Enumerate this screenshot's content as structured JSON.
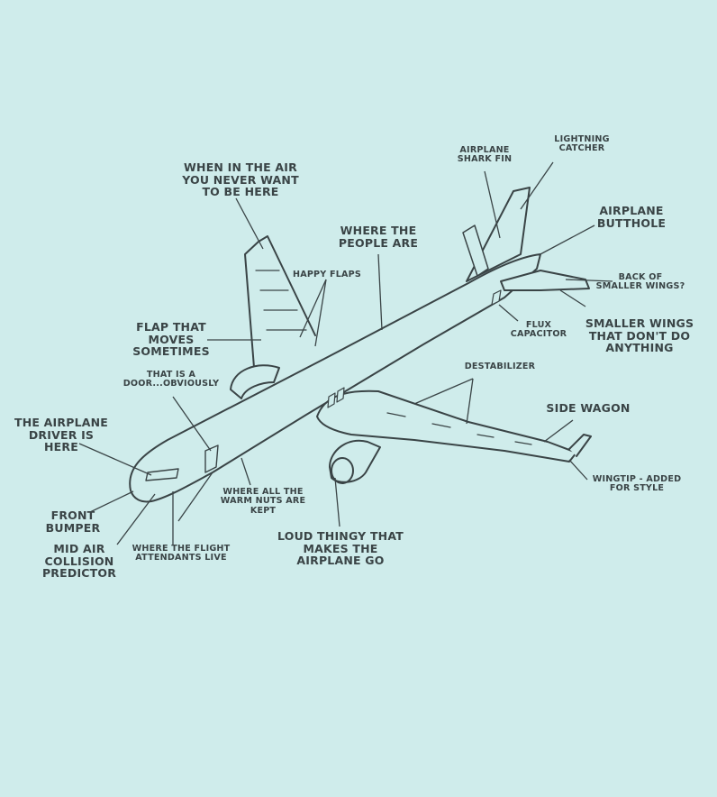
{
  "colors": {
    "background": "#cfeceb",
    "ink": "#3a4446"
  },
  "labels": {
    "when_in_air": "WHEN IN THE AIR\nYOU NEVER WANT\nTO BE HERE",
    "airplane_shark_fin": "AIRPLANE\nSHARK FIN",
    "lightning_catcher": "LIGHTNING\nCATCHER",
    "airplane_butthole": "AIRPLANE\nBUTTHOLE",
    "where_the_people_are": "WHERE THE\nPEOPLE ARE",
    "happy_flaps": "HAPPY FLAPS",
    "back_of_smaller_wings": "BACK OF\nSMALLER WINGS?",
    "flux_capacitor": "FLUX\nCAPACITOR",
    "smaller_wings": "SMALLER WINGS\nTHAT DON'T DO\nANYTHING",
    "flap_that_moves": "FLAP THAT\nMOVES\nSOMETIMES",
    "that_is_a_door": "THAT IS A\nDOOR...OBVIOUSLY",
    "destabilizer": "DESTABILIZER",
    "side_wagon": "SIDE WAGON",
    "airplane_driver": "THE AIRPLANE\nDRIVER IS\nHERE",
    "wingtip": "WINGTIP - ADDED\nFOR STYLE",
    "warm_nuts": "WHERE ALL THE\nWARM NUTS ARE\nKEPT",
    "front_bumper": "FRONT\nBUMPER",
    "loud_thingy": "LOUD THINGY THAT\nMAKES THE\nAIRPLANE GO",
    "mid_air": "MID AIR\nCOLLISION\nPREDICTOR",
    "flight_attendants": "WHERE THE FLIGHT\nATTENDANTS LIVE"
  }
}
